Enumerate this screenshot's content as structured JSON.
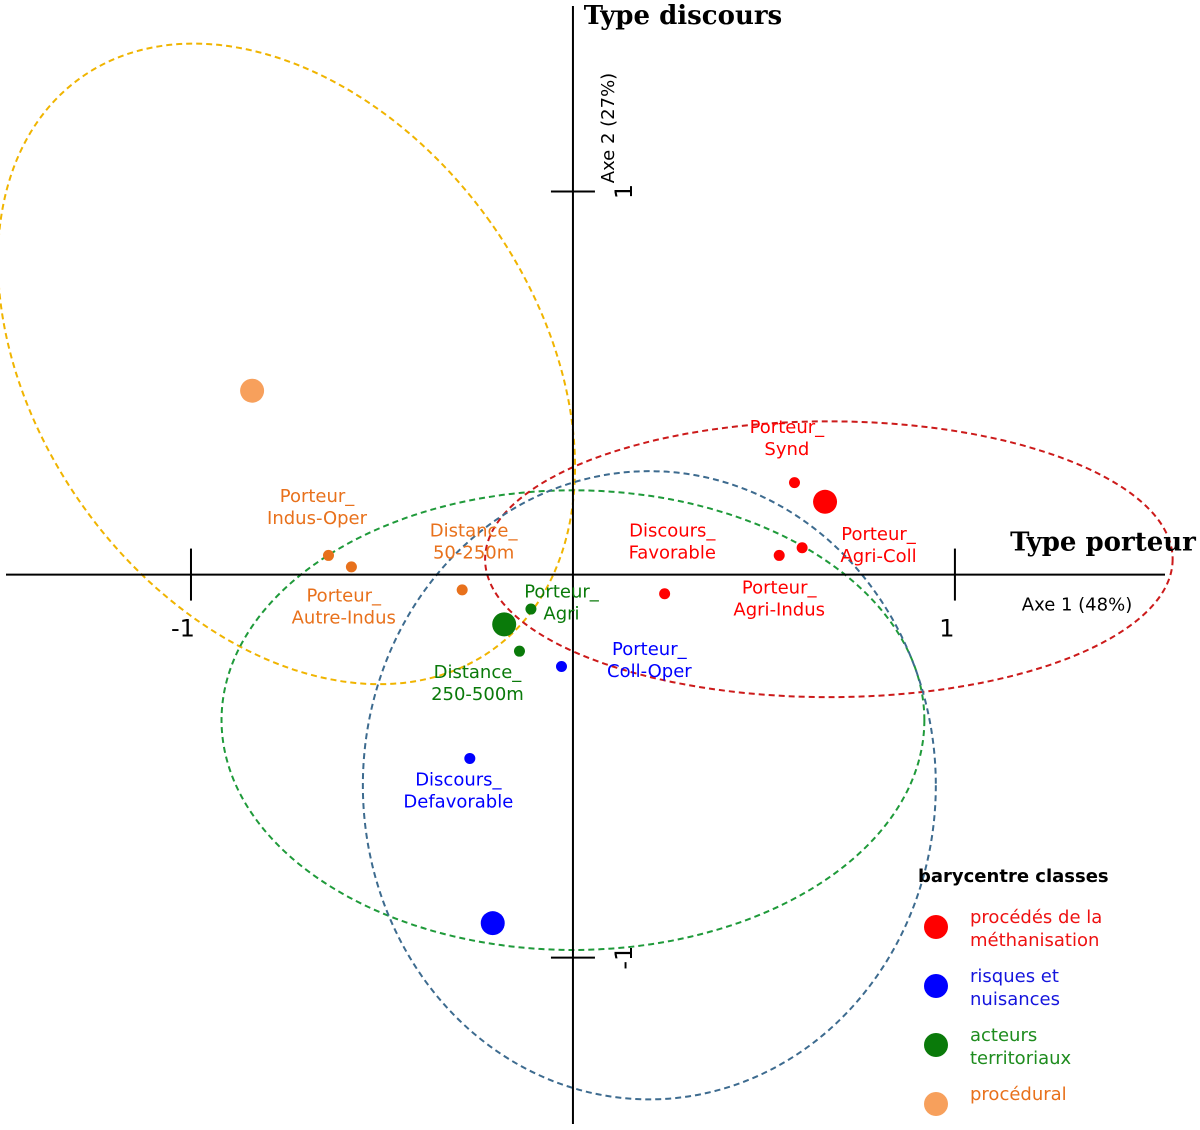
{
  "chart_data": {
    "type": "scatter",
    "axes": {
      "x": {
        "title": "Type porteur",
        "label": "Axe 1 (48%)",
        "ticks": [
          {
            "value": -1,
            "label": "-1"
          },
          {
            "value": 1,
            "label": "1"
          }
        ]
      },
      "y": {
        "title": "Type discours",
        "label": "Axe 2 (27%)",
        "ticks": [
          {
            "value": 1,
            "label": "1"
          },
          {
            "value": -1,
            "label": "-1"
          }
        ]
      },
      "xlim": [
        -1.5,
        1.55
      ],
      "ylim": [
        -1.45,
        1.5
      ]
    },
    "grid": false,
    "colors": {
      "red": "#ff0000",
      "blue": "#0000ff",
      "green": "#0a7a0a",
      "orange": "#e8711c",
      "lightorange": "#f7a05c",
      "labelgreen": "#1e8c1e",
      "labelblue": "#1515dd",
      "labelred": "#ee1111",
      "labelorange": "#e8711c"
    },
    "ellipses": [
      {
        "name": "procédural",
        "color": "#f0b400",
        "cx": -0.75,
        "cy": 0.55,
        "rx": 0.65,
        "ry": 0.92,
        "angle_deg": -36
      },
      {
        "name": "acteurs territoriaux",
        "color": "#1f9a3a",
        "cx": 0.0,
        "cy": -0.38,
        "rx": 0.92,
        "ry": 0.6,
        "angle_deg": 0
      },
      {
        "name": "procédés de la méthanisation",
        "color": "#cc1a1a",
        "cx": 0.67,
        "cy": 0.04,
        "rx": 0.9,
        "ry": 0.36,
        "angle_deg": 0
      },
      {
        "name": "risques et nuisances",
        "color": "#3d6b8f",
        "cx": 0.2,
        "cy": -0.55,
        "rx": 0.75,
        "ry": 0.82,
        "angle_deg": 0
      }
    ],
    "barycentres": [
      {
        "name": "procédés de la méthanisation",
        "color": "#ff0000",
        "x": 0.66,
        "y": 0.19
      },
      {
        "name": "risques et nuisances",
        "color": "#0000ff",
        "x": -0.21,
        "y": -0.91
      },
      {
        "name": "acteurs territoriaux",
        "color": "#0a7a0a",
        "x": -0.18,
        "y": -0.13
      },
      {
        "name": "procédural",
        "color": "#f7a05c",
        "x": -0.84,
        "y": 0.48
      }
    ],
    "points": [
      {
        "label": [
          "Porteur_",
          "Synd"
        ],
        "color": "#ff0000",
        "x": 0.58,
        "y": 0.24,
        "label_x": 0.56,
        "label_y": 0.37
      },
      {
        "label": [
          "Porteur_",
          "Agri-Coll"
        ],
        "color": "#ff0000",
        "x": 0.6,
        "y": 0.07,
        "label_x": 0.8,
        "label_y": 0.09
      },
      {
        "label": [
          "Porteur_",
          "Agri-Indus"
        ],
        "color": "#ff0000",
        "x": 0.54,
        "y": 0.05,
        "label_x": 0.54,
        "label_y": -0.05
      },
      {
        "label": [
          "Discours_",
          "Favorable"
        ],
        "color": "#ff0000",
        "x": 0.24,
        "y": -0.05,
        "label_x": 0.26,
        "label_y": 0.1
      },
      {
        "label": [
          "Porteur_",
          "Coll-Oper"
        ],
        "color": "#0000ff",
        "x": -0.03,
        "y": -0.24,
        "label_x": 0.2,
        "label_y": -0.21
      },
      {
        "label": [
          "Discours_",
          "Defavorable"
        ],
        "color": "#0000ff",
        "x": -0.27,
        "y": -0.48,
        "label_x": -0.3,
        "label_y": -0.55
      },
      {
        "label": [
          "Porteur_",
          "Agri"
        ],
        "color": "#0a7a0a",
        "x": -0.11,
        "y": -0.09,
        "label_x": -0.03,
        "label_y": -0.06
      },
      {
        "label": [
          "Distance_",
          "250-500m"
        ],
        "color": "#0a7a0a",
        "x": -0.14,
        "y": -0.2,
        "label_x": -0.25,
        "label_y": -0.27
      },
      {
        "label": [
          "Distance_",
          "50-250m"
        ],
        "color": "#e8711c",
        "x": -0.29,
        "y": -0.04,
        "label_x": -0.26,
        "label_y": 0.1
      },
      {
        "label": [
          "Porteur_",
          "Indus-Oper"
        ],
        "color": "#e8711c",
        "x": -0.64,
        "y": 0.05,
        "label_x": -0.67,
        "label_y": 0.19
      },
      {
        "label": [
          "Porteur_",
          "Autre-Indus"
        ],
        "color": "#e8711c",
        "x": -0.58,
        "y": 0.02,
        "label_x": -0.6,
        "label_y": -0.07
      }
    ],
    "legend": {
      "title": "barycentre classes",
      "position": "bottom-right",
      "entries": [
        {
          "lines": [
            "procédés de la",
            "méthanisation"
          ],
          "color": "#ff0000",
          "text_color": "#ee1111"
        },
        {
          "lines": [
            "risques et",
            "nuisances"
          ],
          "color": "#0000ff",
          "text_color": "#1515dd"
        },
        {
          "lines": [
            "acteurs",
            "territoriaux"
          ],
          "color": "#0a7a0a",
          "text_color": "#1e8c1e"
        },
        {
          "lines": [
            "procédural"
          ],
          "color": "#f7a05c",
          "text_color": "#e8711c"
        }
      ]
    }
  }
}
